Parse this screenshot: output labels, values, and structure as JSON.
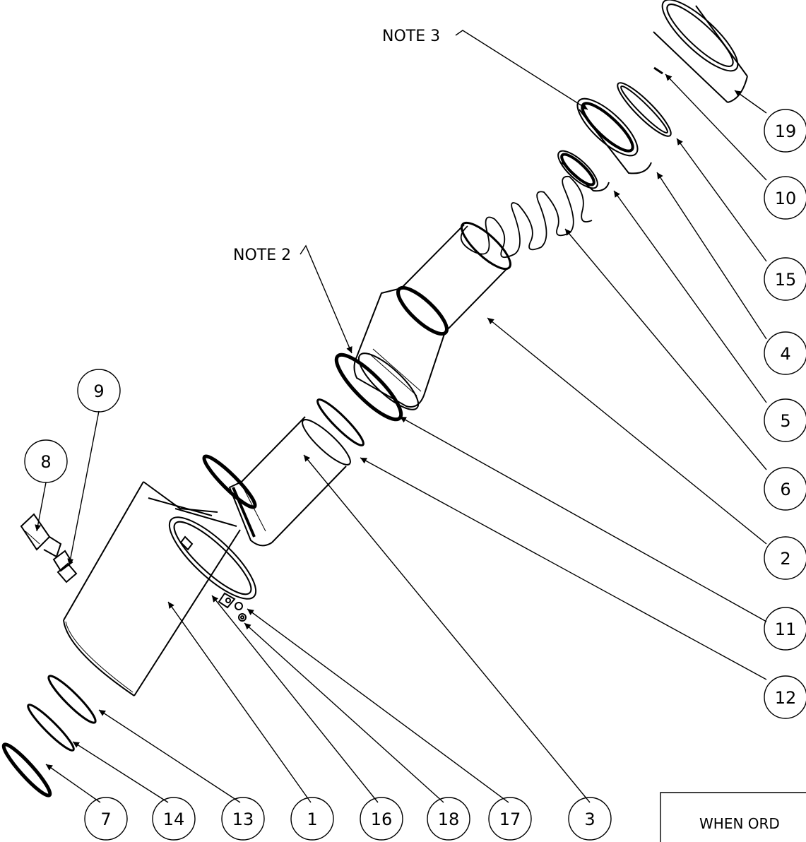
{
  "notes": {
    "note2": "NOTE 2",
    "note3": "NOTE 3"
  },
  "order_box": {
    "text": "WHEN ORD"
  },
  "balloons": [
    "19",
    "10",
    "15",
    "4",
    "5",
    "6",
    "2",
    "11",
    "12",
    "9",
    "8",
    "7",
    "14",
    "13",
    "1",
    "16",
    "18",
    "17",
    "3"
  ]
}
